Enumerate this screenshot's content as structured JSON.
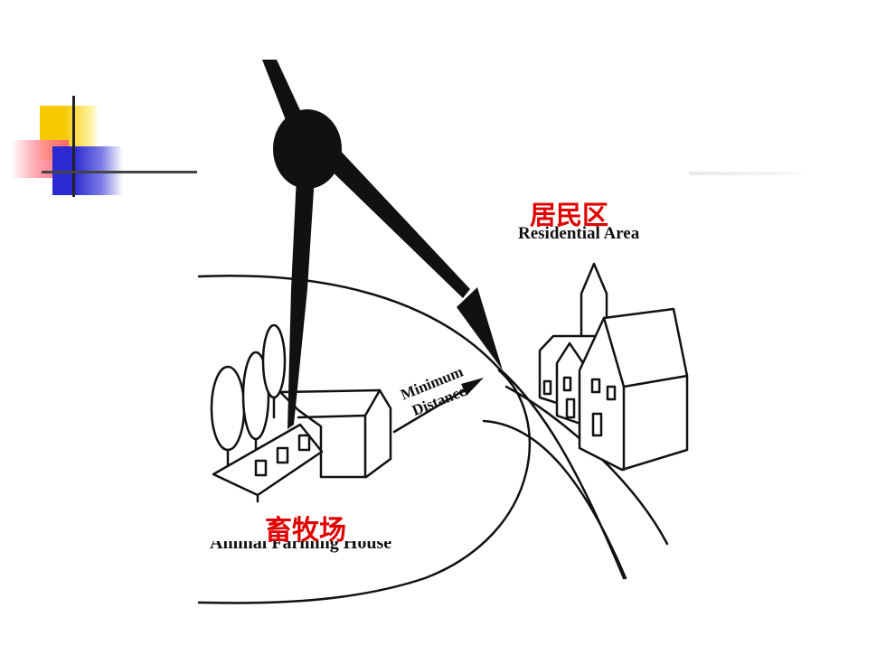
{
  "labels": {
    "residential_cn": "居民区",
    "residential_en": "Residential Area",
    "farm_cn": "畜牧场",
    "farm_en": "Animal Farming House",
    "distance_line1": "Minimum",
    "distance_line2": "Distance"
  },
  "colors": {
    "label_red": "#e00000",
    "ink": "#111111",
    "accent_yellow": "#f5c800",
    "accent_red": "#ff5a6e",
    "accent_blue": "#2a2ad0"
  }
}
